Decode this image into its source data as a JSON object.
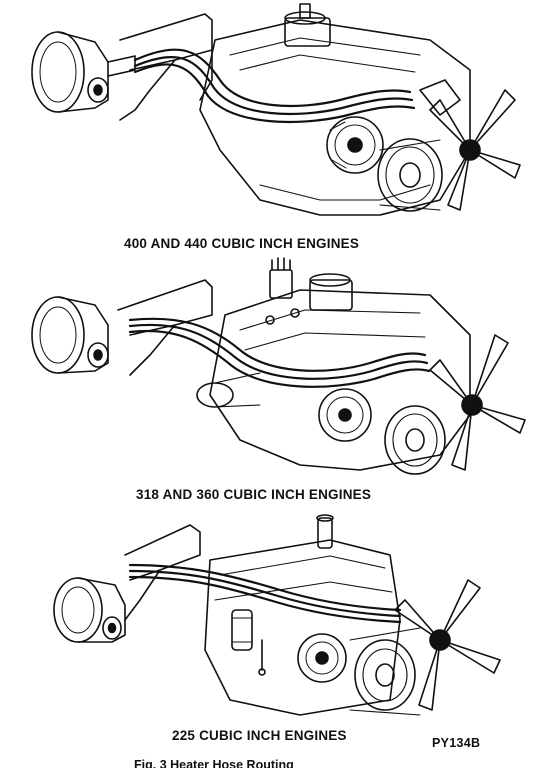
{
  "panels": [
    {
      "caption": "400 AND 440 CUBIC INCH ENGINES"
    },
    {
      "caption": "318 AND 360 CUBIC INCH ENGINES"
    },
    {
      "caption": "225 CUBIC INCH ENGINES"
    }
  ],
  "figure_code": "PY134B",
  "figure_title_partial": "Fig. 3  Heater Hose Routing"
}
